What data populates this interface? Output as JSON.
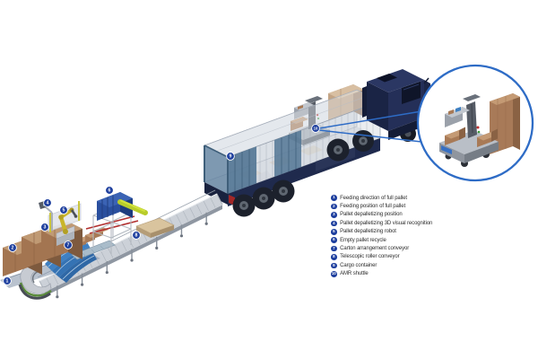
{
  "legend": {
    "items": [
      {
        "num": "1",
        "label": "Feeding direction of full pallet"
      },
      {
        "num": "2",
        "label": "Feeding position of full pallet"
      },
      {
        "num": "3",
        "label": "Pallet depalletizing position"
      },
      {
        "num": "4",
        "label": "Pallet depalletizing 3D visual recognition"
      },
      {
        "num": "5",
        "label": "Pallet depalletizing robot"
      },
      {
        "num": "6",
        "label": "Empty pallet recycle"
      },
      {
        "num": "7",
        "label": "Carton arrangement conveyor"
      },
      {
        "num": "8",
        "label": "Telescopic roller conveyor"
      },
      {
        "num": "9",
        "label": "Cargo container"
      },
      {
        "num": "10",
        "label": "AMR shuttle"
      }
    ]
  },
  "colors": {
    "badge_blue": "#1e3f9e",
    "callout_outline": "#2e6cc6",
    "truck_navy": "#232e55",
    "container_gray": "#cdd3dc",
    "steel_blue": "#527694",
    "pallet_brown": "#a87a56",
    "robot_yellow": "#c9b52b",
    "machine_blue": "#2a4f9e",
    "belt_blue": "#3f80c2",
    "background": "#ffffff"
  }
}
